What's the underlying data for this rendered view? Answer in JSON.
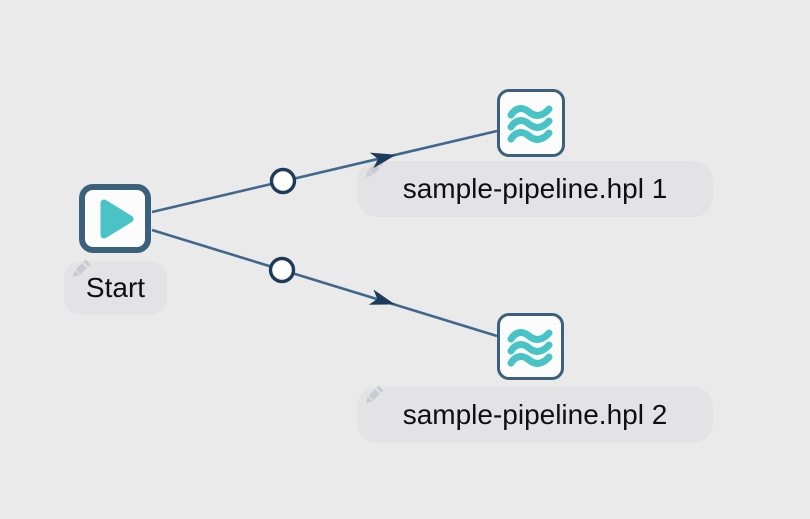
{
  "canvas": {
    "type": "workflow-graph",
    "background_color": "#eaeaea",
    "colors": {
      "node_border": "#3a607c",
      "node_fill": "#fcfcfc",
      "accent_teal": "#49c3c5",
      "hop_line": "#40688c",
      "hop_marker": "#1d3c5b",
      "hop_circle_fill": "#ffffff",
      "label_bg": "#e3e3e5",
      "label_text": "#0e0e13",
      "pencil_icon": "#c8cbd1"
    },
    "nodes": [
      {
        "id": "start",
        "label": "Start",
        "icon": "play-icon"
      },
      {
        "id": "pipeline-1",
        "label": "sample-pipeline.hpl 1",
        "icon": "pipeline-waves-icon"
      },
      {
        "id": "pipeline-2",
        "label": "sample-pipeline.hpl 2",
        "icon": "pipeline-waves-icon"
      }
    ],
    "hops": [
      {
        "from": "start",
        "to": "pipeline-1"
      },
      {
        "from": "start",
        "to": "pipeline-2"
      }
    ]
  }
}
